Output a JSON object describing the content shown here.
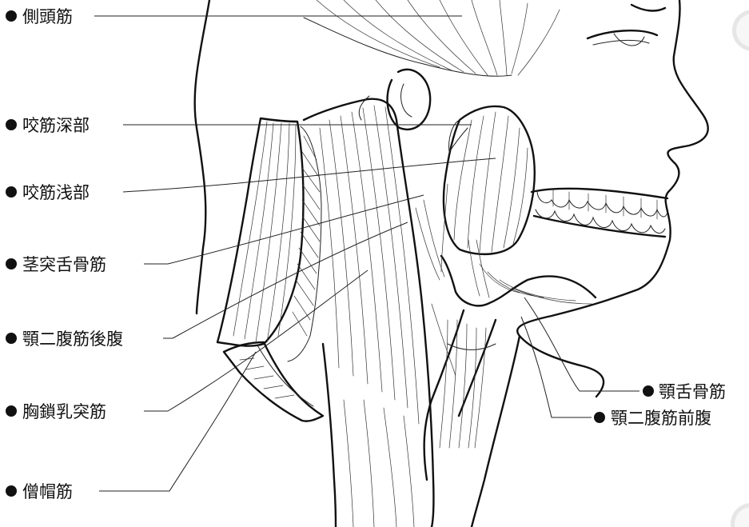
{
  "labels_left": [
    {
      "id": "temporalis",
      "text": "側頭筋"
    },
    {
      "id": "masseter-deep",
      "text": "咬筋深部"
    },
    {
      "id": "masseter-superficial",
      "text": "咬筋浅部"
    },
    {
      "id": "stylohyoid",
      "text": "茎突舌骨筋"
    },
    {
      "id": "digastric-posterior",
      "text": "顎二腹筋後腹"
    },
    {
      "id": "sternocleidomastoid",
      "text": "胸鎖乳突筋"
    },
    {
      "id": "trapezius",
      "text": "僧帽筋"
    }
  ],
  "labels_right": [
    {
      "id": "mylohyoid",
      "text": "顎舌骨筋"
    },
    {
      "id": "digastric-anterior",
      "text": "顎二腹筋前腹"
    }
  ],
  "colors": {
    "ink": "#111111",
    "paper": "#ffffff",
    "binder-hole": "#dcdcdc"
  }
}
